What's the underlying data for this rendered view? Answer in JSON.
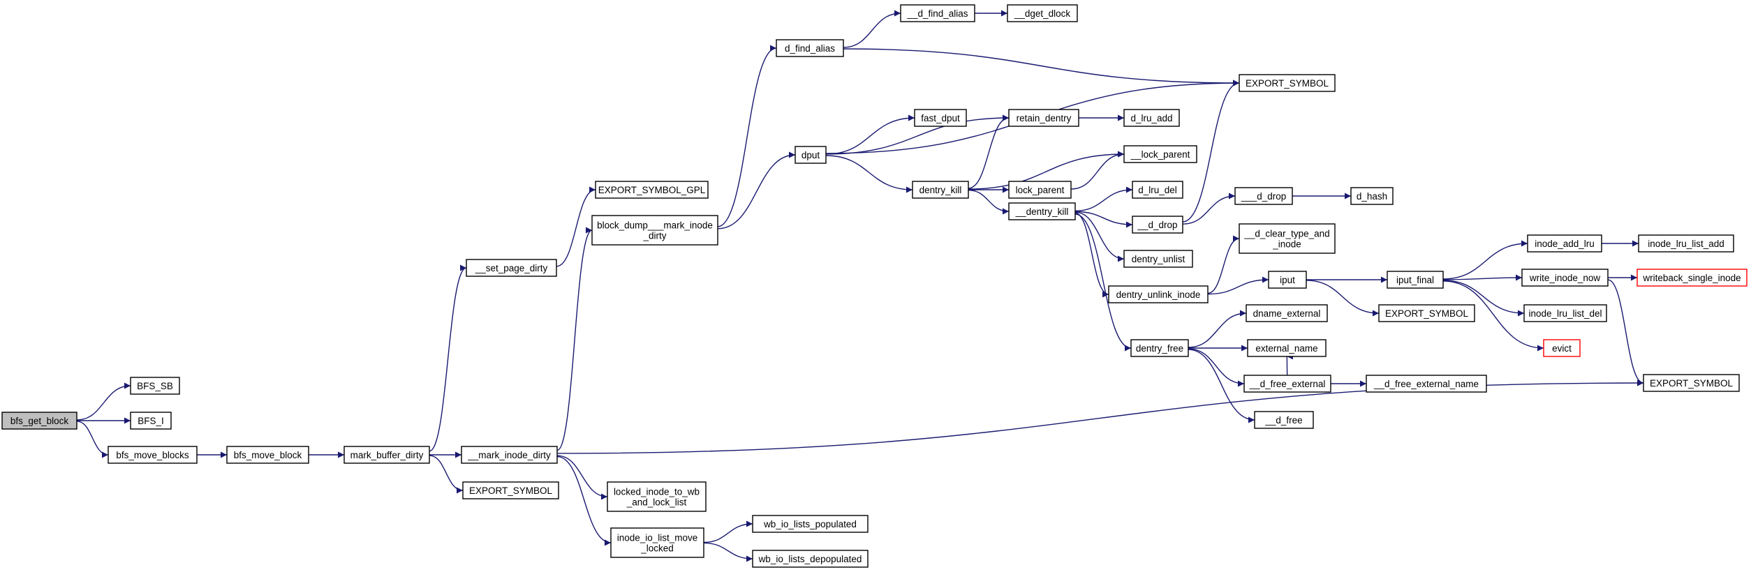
{
  "diagram": {
    "colors": {
      "edge": "#191970",
      "root_fill": "#bfbfbf",
      "highlight_border": "#ff0000"
    },
    "nodes": {
      "bfs_get_block": [
        "bfs_get_block"
      ],
      "BFS_SB": [
        "BFS_SB"
      ],
      "BFS_I": [
        "BFS_I"
      ],
      "bfs_move_blocks": [
        "bfs_move_blocks"
      ],
      "bfs_move_block": [
        "bfs_move_block"
      ],
      "mark_buffer_dirty": [
        "mark_buffer_dirty"
      ],
      "__set_page_dirty": [
        "__set_page_dirty"
      ],
      "EXPORT_SYMBOL_GPL": [
        "EXPORT_SYMBOL_GPL"
      ],
      "__mark_inode_dirty": [
        "__mark_inode_dirty"
      ],
      "EXPORT_SYMBOL_a": [
        "EXPORT_SYMBOL"
      ],
      "block_dump___mark_inode_dirty": [
        "block_dump___mark_inode",
        "_dirty"
      ],
      "locked_inode_to_wb_and_lock_list": [
        "locked_inode_to_wb",
        "_and_lock_list"
      ],
      "inode_io_list_move_locked": [
        "inode_io_list_move",
        "_locked"
      ],
      "wb_io_lists_populated": [
        "wb_io_lists_populated"
      ],
      "wb_io_lists_depopulated": [
        "wb_io_lists_depopulated"
      ],
      "d_find_alias": [
        "d_find_alias"
      ],
      "dput": [
        "dput"
      ],
      "__d_find_alias": [
        "__d_find_alias"
      ],
      "__dget_dlock": [
        "__dget_dlock"
      ],
      "EXPORT_SYMBOL_b": [
        "EXPORT_SYMBOL"
      ],
      "fast_dput": [
        "fast_dput"
      ],
      "retain_dentry": [
        "retain_dentry"
      ],
      "d_lru_add": [
        "d_lru_add"
      ],
      "dentry_kill": [
        "dentry_kill"
      ],
      "__lock_parent": [
        "__lock_parent"
      ],
      "lock_parent": [
        "lock_parent"
      ],
      "__dentry_kill": [
        "__dentry_kill"
      ],
      "d_lru_del": [
        "d_lru_del"
      ],
      "__d_drop": [
        "__d_drop"
      ],
      "___d_drop": [
        "___d_drop"
      ],
      "d_hash": [
        "d_hash"
      ],
      "dentry_unlist": [
        "dentry_unlist"
      ],
      "__d_clear_type_and_inode": [
        "__d_clear_type_and",
        "_inode"
      ],
      "dentry_unlink_inode": [
        "dentry_unlink_inode"
      ],
      "iput": [
        "iput"
      ],
      "iput_final": [
        "iput_final"
      ],
      "EXPORT_SYMBOL_c": [
        "EXPORT_SYMBOL"
      ],
      "inode_add_lru": [
        "inode_add_lru"
      ],
      "inode_lru_list_add": [
        "inode_lru_list_add"
      ],
      "write_inode_now": [
        "write_inode_now"
      ],
      "writeback_single_inode": [
        "writeback_single_inode"
      ],
      "inode_lru_list_del": [
        "inode_lru_list_del"
      ],
      "evict": [
        "evict"
      ],
      "EXPORT_SYMBOL_d": [
        "EXPORT_SYMBOL"
      ],
      "dentry_free": [
        "dentry_free"
      ],
      "dname_external": [
        "dname_external"
      ],
      "external_name": [
        "external_name"
      ],
      "__d_free_external": [
        "__d_free_external"
      ],
      "__d_free_external_name": [
        "__d_free_external_name"
      ],
      "__d_free": [
        "__d_free"
      ]
    },
    "edges": [
      [
        "bfs_get_block",
        "BFS_SB"
      ],
      [
        "bfs_get_block",
        "BFS_I"
      ],
      [
        "bfs_get_block",
        "bfs_move_blocks"
      ],
      [
        "bfs_move_blocks",
        "bfs_move_block"
      ],
      [
        "bfs_move_block",
        "mark_buffer_dirty"
      ],
      [
        "mark_buffer_dirty",
        "__set_page_dirty"
      ],
      [
        "mark_buffer_dirty",
        "__mark_inode_dirty"
      ],
      [
        "mark_buffer_dirty",
        "EXPORT_SYMBOL_a"
      ],
      [
        "__set_page_dirty",
        "EXPORT_SYMBOL_GPL"
      ],
      [
        "__mark_inode_dirty",
        "block_dump___mark_inode_dirty"
      ],
      [
        "__mark_inode_dirty",
        "locked_inode_to_wb_and_lock_list"
      ],
      [
        "__mark_inode_dirty",
        "inode_io_list_move_locked"
      ],
      [
        "__mark_inode_dirty",
        "EXPORT_SYMBOL_d"
      ],
      [
        "block_dump___mark_inode_dirty",
        "d_find_alias"
      ],
      [
        "block_dump___mark_inode_dirty",
        "dput"
      ],
      [
        "inode_io_list_move_locked",
        "wb_io_lists_populated"
      ],
      [
        "inode_io_list_move_locked",
        "wb_io_lists_depopulated"
      ],
      [
        "d_find_alias",
        "__d_find_alias"
      ],
      [
        "d_find_alias",
        "EXPORT_SYMBOL_b"
      ],
      [
        "__d_find_alias",
        "__dget_dlock"
      ],
      [
        "dput",
        "EXPORT_SYMBOL_b"
      ],
      [
        "dput",
        "fast_dput"
      ],
      [
        "dput",
        "retain_dentry"
      ],
      [
        "dput",
        "dentry_kill"
      ],
      [
        "retain_dentry",
        "d_lru_add"
      ],
      [
        "dentry_kill",
        "retain_dentry"
      ],
      [
        "dentry_kill",
        "__lock_parent"
      ],
      [
        "dentry_kill",
        "lock_parent"
      ],
      [
        "dentry_kill",
        "__dentry_kill"
      ],
      [
        "lock_parent",
        "__lock_parent"
      ],
      [
        "__dentry_kill",
        "d_lru_del"
      ],
      [
        "__dentry_kill",
        "__d_drop"
      ],
      [
        "__dentry_kill",
        "dentry_unlist"
      ],
      [
        "__dentry_kill",
        "dentry_unlink_inode"
      ],
      [
        "__dentry_kill",
        "dentry_free"
      ],
      [
        "__d_drop",
        "___d_drop"
      ],
      [
        "__d_drop",
        "EXPORT_SYMBOL_b"
      ],
      [
        "___d_drop",
        "d_hash"
      ],
      [
        "dentry_unlink_inode",
        "__d_clear_type_and_inode"
      ],
      [
        "dentry_unlink_inode",
        "iput"
      ],
      [
        "iput",
        "iput_final"
      ],
      [
        "iput",
        "EXPORT_SYMBOL_c"
      ],
      [
        "iput_final",
        "inode_add_lru"
      ],
      [
        "iput_final",
        "write_inode_now"
      ],
      [
        "iput_final",
        "inode_lru_list_del"
      ],
      [
        "iput_final",
        "evict"
      ],
      [
        "inode_add_lru",
        "inode_lru_list_add"
      ],
      [
        "write_inode_now",
        "writeback_single_inode"
      ],
      [
        "write_inode_now",
        "EXPORT_SYMBOL_d"
      ],
      [
        "dentry_free",
        "dname_external"
      ],
      [
        "dentry_free",
        "external_name"
      ],
      [
        "dentry_free",
        "__d_free_external"
      ],
      [
        "dentry_free",
        "__d_free"
      ],
      [
        "__d_free_external",
        "external_name"
      ],
      [
        "__d_free_external",
        "__d_free_external_name"
      ]
    ]
  }
}
